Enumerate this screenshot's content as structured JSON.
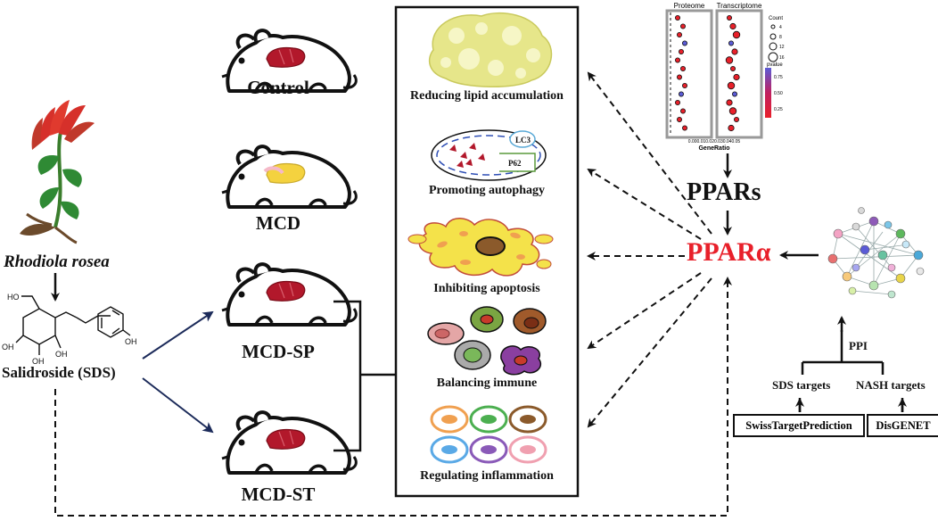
{
  "groups": {
    "control": "Control",
    "mcd": "MCD",
    "mcd_sp": "MCD-SP",
    "mcd_st": "MCD-ST"
  },
  "compound": {
    "plant": "Rhodiola rosea",
    "name": "Salidroside (SDS)",
    "structure_atoms": {
      "ho": "HO",
      "oh": "OH"
    }
  },
  "effects": [
    {
      "label": "Reducing lipid accumulation"
    },
    {
      "label": "Promoting autophagy",
      "markers": [
        "LC3",
        "P62"
      ]
    },
    {
      "label": "Inhibiting apoptosis"
    },
    {
      "label": "Balancing immune"
    },
    {
      "label": "Regulating inflammation"
    }
  ],
  "enrichment_plot": {
    "panels": [
      "Proteome",
      "Transcriptome"
    ],
    "xlabel": "GeneRatio",
    "xticks": "0.000.010.020.030.040.05",
    "legend_count_title": "Count",
    "legend_count_values": [
      "4",
      "8",
      "12",
      "16"
    ],
    "legend_p_title": "pvalue",
    "legend_p_values": [
      "0.75",
      "0.50",
      "0.25"
    ],
    "colors": {
      "low": "#e8202a",
      "high": "#5b5bd6"
    }
  },
  "targets": {
    "ppars": "PPARs",
    "ppara": "PPARα",
    "ppi": "PPI",
    "sds_targets": "SDS targets",
    "nash_targets": "NASH targets",
    "db_sds": "SwissTargetPrediction",
    "db_nash": "DisGENET"
  },
  "colors": {
    "ppara": "#e8202a",
    "arrow_navy": "#1c2b5a",
    "lipid": "#e6e68a",
    "mouse_fill": "#ffffff"
  }
}
